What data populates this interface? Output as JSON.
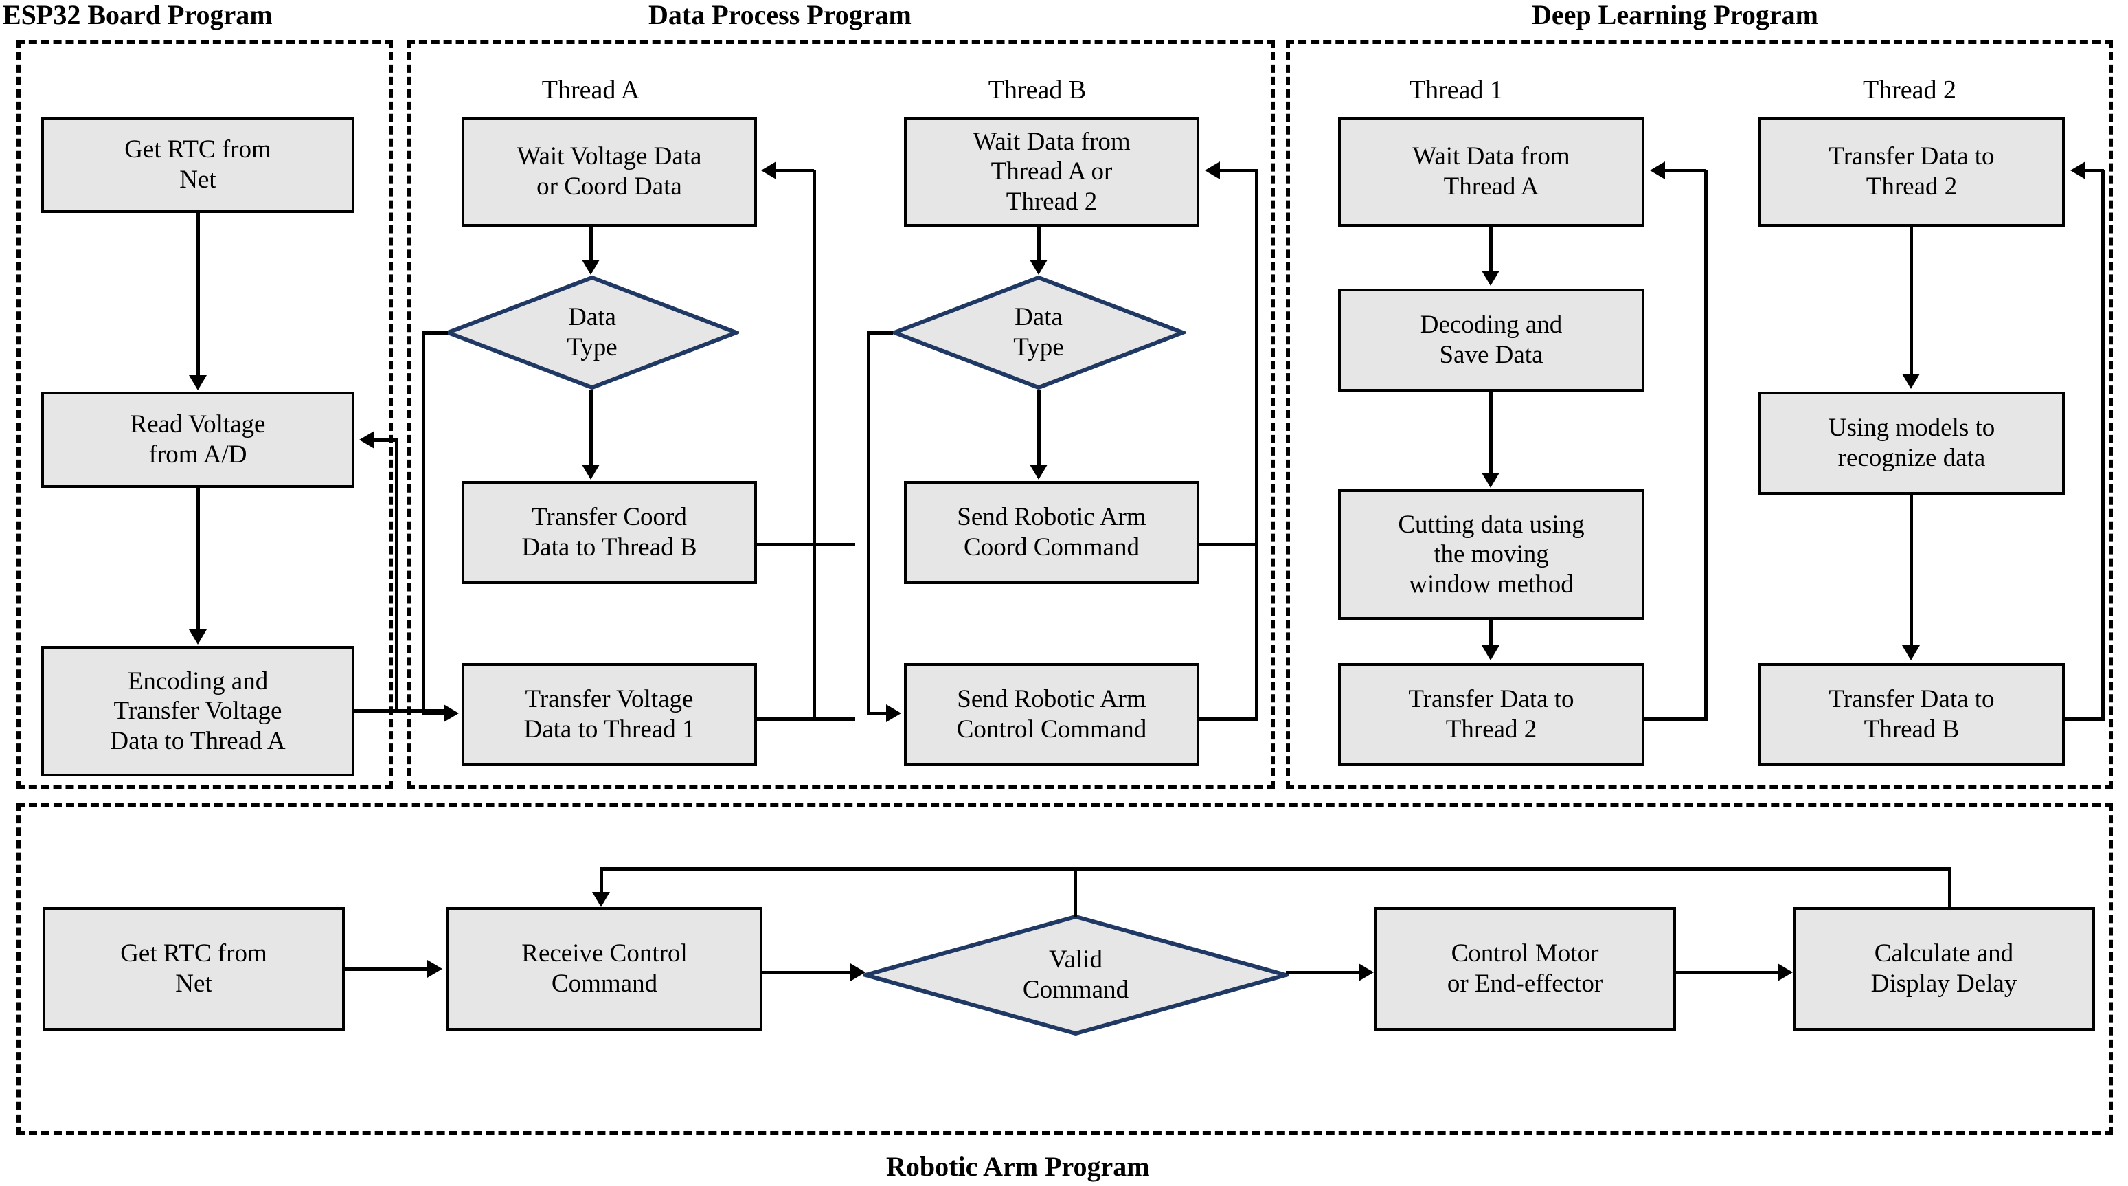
{
  "colors": {
    "node_fill": "#e6e6e6",
    "node_border": "#000000",
    "diamond_border": "#1F3864",
    "region_border": "#000000",
    "connector": "#000000",
    "background": "#ffffff"
  },
  "regions": [
    {
      "id": "esp32",
      "title": "ESP32 Board Program",
      "title_position": "top-left"
    },
    {
      "id": "dataproc",
      "title": "Data Process Program",
      "title_position": "top-center"
    },
    {
      "id": "deep",
      "title": "Deep Learning Program",
      "title_position": "top-center"
    },
    {
      "id": "robot",
      "title": "Robotic Arm Program",
      "title_position": "bottom-center"
    }
  ],
  "threads": [
    {
      "id": "thread-a",
      "label": "Thread A"
    },
    {
      "id": "thread-b",
      "label": "Thread B"
    },
    {
      "id": "thread-1",
      "label": "Thread 1"
    },
    {
      "id": "thread-2",
      "label": "Thread 2"
    }
  ],
  "nodes": {
    "esp_get_rtc": {
      "text": "Get RTC from\nNet",
      "shape": "process"
    },
    "esp_read_voltage": {
      "text": "Read Voltage\nfrom A/D",
      "shape": "process"
    },
    "esp_encode": {
      "text": "Encoding and\nTransfer Voltage\nData to Thread A",
      "shape": "process"
    },
    "ta_wait": {
      "text": "Wait Voltage Data\nor Coord Data",
      "shape": "process"
    },
    "ta_datatype": {
      "text": "Data\nType",
      "shape": "decision"
    },
    "ta_coord": {
      "text": "Transfer Coord\nData to Thread B",
      "shape": "process"
    },
    "ta_voltage": {
      "text": "Transfer Voltage\nData to Thread 1",
      "shape": "process"
    },
    "tb_wait": {
      "text": "Wait Data from\nThread A or\nThread 2",
      "shape": "process"
    },
    "tb_datatype": {
      "text": "Data\nType",
      "shape": "decision"
    },
    "tb_coordcmd": {
      "text": "Send Robotic Arm\nCoord Command",
      "shape": "process"
    },
    "tb_controlcmd": {
      "text": "Send Robotic Arm\nControl Command",
      "shape": "process"
    },
    "t1_wait": {
      "text": "Wait Data from\nThread A",
      "shape": "process"
    },
    "t1_decode": {
      "text": "Decoding and\nSave Data",
      "shape": "process"
    },
    "t1_cutting": {
      "text": "Cutting data using\nthe moving\nwindow method",
      "shape": "process"
    },
    "t1_transfer": {
      "text": "Transfer Data to\nThread 2",
      "shape": "process"
    },
    "t2_transfer_in": {
      "text": "Transfer Data to\nThread 2",
      "shape": "process"
    },
    "t2_models": {
      "text": "Using models to\nrecognize data",
      "shape": "process"
    },
    "t2_transfer_b": {
      "text": "Transfer Data to\nThread B",
      "shape": "process"
    },
    "ra_get_rtc": {
      "text": "Get RTC from\nNet",
      "shape": "process"
    },
    "ra_receive": {
      "text": "Receive Control\nCommand",
      "shape": "process"
    },
    "ra_valid": {
      "text": "Valid\nCommand",
      "shape": "decision"
    },
    "ra_motor": {
      "text": "Control Motor\nor End-effector",
      "shape": "process"
    },
    "ra_delay": {
      "text": "Calculate and\nDisplay Delay",
      "shape": "process"
    }
  },
  "chart_data": {
    "type": "table",
    "title": "Multi-program threaded flowchart",
    "edges": [
      {
        "from": "esp_get_rtc",
        "to": "esp_read_voltage",
        "style": "straight-down"
      },
      {
        "from": "esp_read_voltage",
        "to": "esp_encode",
        "style": "straight-down"
      },
      {
        "from": "esp_encode",
        "to": "esp_read_voltage",
        "style": "loop-right-up"
      },
      {
        "from": "esp_encode",
        "to": "ta_wait",
        "style": "cross-region-right"
      },
      {
        "from": "ta_wait",
        "to": "ta_datatype",
        "style": "straight-down"
      },
      {
        "from": "ta_datatype",
        "to": "ta_coord",
        "style": "straight-down"
      },
      {
        "from": "ta_datatype",
        "to": "ta_voltage",
        "style": "left-around-down"
      },
      {
        "from": "ta_coord",
        "to": "ta_wait",
        "style": "right-up-loop"
      },
      {
        "from": "ta_voltage",
        "to": "ta_wait",
        "style": "right-up-loop"
      },
      {
        "from": "ta_coord",
        "to": "tb_wait",
        "style": "to-thread-b"
      },
      {
        "from": "ta_voltage",
        "to": "t1_wait",
        "style": "to-thread-1"
      },
      {
        "from": "tb_wait",
        "to": "tb_datatype",
        "style": "straight-down"
      },
      {
        "from": "tb_datatype",
        "to": "tb_coordcmd",
        "style": "straight-down"
      },
      {
        "from": "tb_datatype",
        "to": "tb_controlcmd",
        "style": "left-around-down"
      },
      {
        "from": "tb_coordcmd",
        "to": "tb_wait",
        "style": "right-up-loop"
      },
      {
        "from": "tb_controlcmd",
        "to": "tb_wait",
        "style": "right-up-loop"
      },
      {
        "from": "t1_wait",
        "to": "t1_decode",
        "style": "straight-down"
      },
      {
        "from": "t1_decode",
        "to": "t1_cutting",
        "style": "straight-down"
      },
      {
        "from": "t1_cutting",
        "to": "t1_transfer",
        "style": "straight-down"
      },
      {
        "from": "t1_transfer",
        "to": "t1_wait",
        "style": "right-up-loop"
      },
      {
        "from": "t2_transfer_in",
        "to": "t2_models",
        "style": "straight-down"
      },
      {
        "from": "t2_models",
        "to": "t2_transfer_b",
        "style": "straight-down"
      },
      {
        "from": "t2_transfer_b",
        "to": "t2_transfer_in",
        "style": "right-up-loop"
      },
      {
        "from": "ra_get_rtc",
        "to": "ra_receive",
        "style": "straight-right"
      },
      {
        "from": "ra_receive",
        "to": "ra_valid",
        "style": "straight-right"
      },
      {
        "from": "ra_valid",
        "to": "ra_motor",
        "style": "straight-right"
      },
      {
        "from": "ra_motor",
        "to": "ra_delay",
        "style": "straight-right"
      },
      {
        "from": "ra_valid",
        "to": "ra_receive",
        "style": "up-left-loop"
      },
      {
        "from": "ra_delay",
        "to": "ra_receive",
        "style": "up-left-loop"
      }
    ]
  }
}
